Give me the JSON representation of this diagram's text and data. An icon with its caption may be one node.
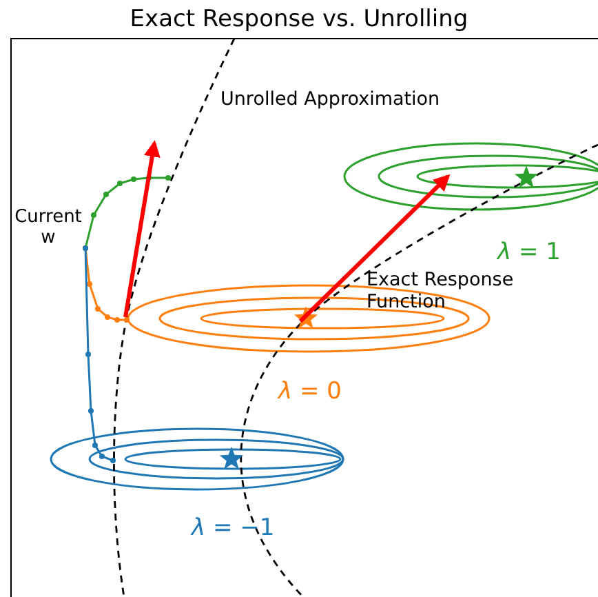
{
  "diagram": {
    "title": "Exact Response vs. Unrolling",
    "labels": [
      "Unrolled Approximation",
      "Current w",
      "Exact Response Function",
      "*λ* = 1",
      "*λ* = 0",
      "*λ* = −1"
    ]
  }
}
